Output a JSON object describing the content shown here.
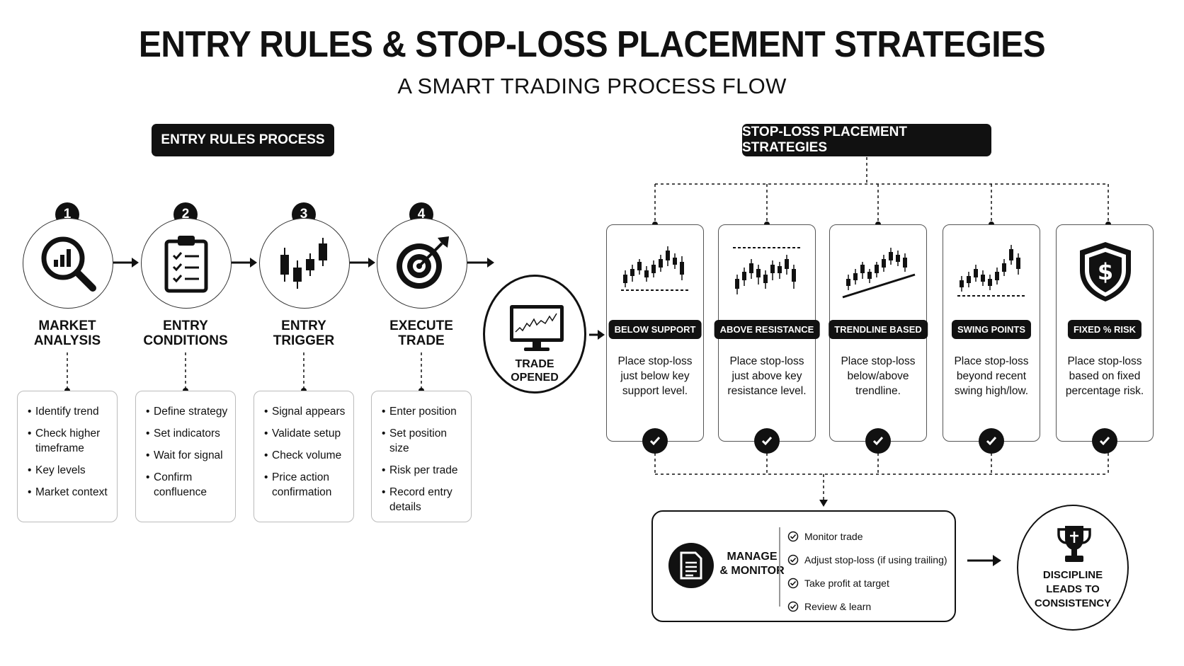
{
  "header": {
    "title": "ENTRY RULES & STOP-LOSS PLACEMENT STRATEGIES",
    "subtitle": "A SMART TRADING PROCESS FLOW"
  },
  "entry_section": {
    "label": "ENTRY RULES PROCESS",
    "steps": [
      {
        "number": "1",
        "title_line1": "MARKET",
        "title_line2": "ANALYSIS",
        "icon": "magnifier-chart-icon",
        "items": [
          "Identify trend",
          "Check higher timeframe",
          "Key levels",
          "Market context"
        ]
      },
      {
        "number": "2",
        "title_line1": "ENTRY",
        "title_line2": "CONDITIONS",
        "icon": "clipboard-checklist-icon",
        "items": [
          "Define strategy",
          "Set indicators",
          "Wait for signal",
          "Confirm confluence"
        ]
      },
      {
        "number": "3",
        "title_line1": "ENTRY",
        "title_line2": "TRIGGER",
        "icon": "candlestick-icon",
        "items": [
          "Signal appears",
          "Validate setup",
          "Check volume",
          "Price action confirmation"
        ]
      },
      {
        "number": "4",
        "title_line1": "EXECUTE",
        "title_line2": "TRADE",
        "icon": "target-arrow-icon",
        "items": [
          "Enter position",
          "Set position size",
          "Risk per trade",
          "Record entry details"
        ]
      }
    ]
  },
  "trade_opened": {
    "line1": "TRADE",
    "line2": "OPENED",
    "icon": "monitor-chart-icon"
  },
  "stoploss_section": {
    "label": "STOP-LOSS PLACEMENT STRATEGIES",
    "strategies": [
      {
        "name": "BELOW SUPPORT",
        "desc_line1": "Place stop-loss",
        "desc_line2": "just below key",
        "desc_line3": "support level.",
        "icon": "support-line-chart-icon"
      },
      {
        "name": "ABOVE RESISTANCE",
        "desc_line1": "Place stop-loss",
        "desc_line2": "just above key",
        "desc_line3": "resistance level.",
        "icon": "resistance-line-chart-icon"
      },
      {
        "name": "TRENDLINE BASED",
        "desc_line1": "Place stop-loss",
        "desc_line2": "below/above",
        "desc_line3": "trendline.",
        "icon": "trendline-chart-icon"
      },
      {
        "name": "SWING POINTS",
        "desc_line1": "Place stop-loss",
        "desc_line2": "beyond recent",
        "desc_line3": "swing high/low.",
        "icon": "swing-chart-icon"
      },
      {
        "name": "FIXED % RISK",
        "desc_line1": "Place stop-loss",
        "desc_line2": "based on fixed",
        "desc_line3": "percentage risk.",
        "icon": "shield-dollar-icon"
      }
    ]
  },
  "manage": {
    "title_line1": "MANAGE",
    "title_line2": "& MONITOR",
    "icon": "document-icon",
    "items": [
      "Monitor trade",
      "Adjust stop-loss (if using trailing)",
      "Take profit at target",
      "Review & learn"
    ]
  },
  "discipline": {
    "line1": "DISCIPLINE",
    "line2": "LEADS TO",
    "line3": "CONSISTENCY",
    "icon": "trophy-icon"
  }
}
